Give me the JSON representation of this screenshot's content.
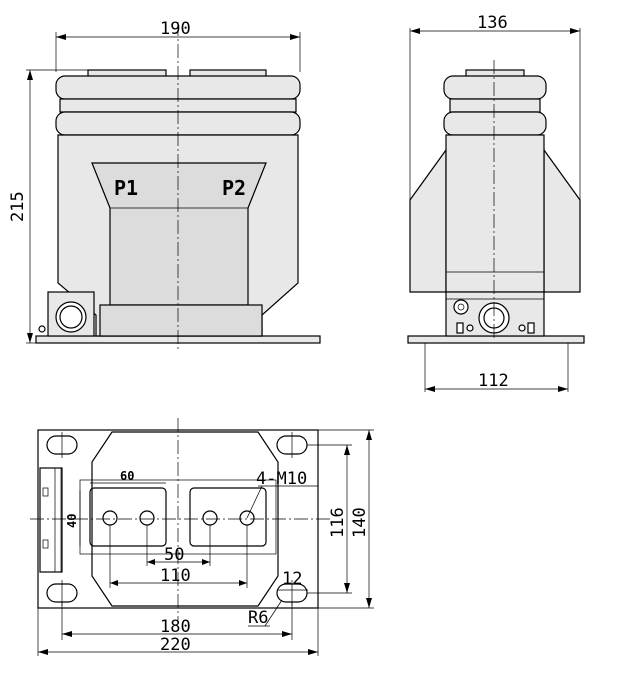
{
  "front_view": {
    "width_dim": "190",
    "height_dim": "215",
    "terminal_p1": "P1",
    "terminal_p2": "P2"
  },
  "side_view": {
    "width_dim": "136",
    "base_dim": "112"
  },
  "bottom_view": {
    "slot_width_dim": "60",
    "slot_height_dim": "40",
    "bolt_label": "4-M10",
    "bolt_pair_spacing": "50",
    "bolt_outer_spacing": "110",
    "slot_length_dim": "12",
    "radius_label": "R6",
    "mount_length_dim": "180",
    "overall_length_dim": "220",
    "mount_width_dim": "116",
    "overall_width_dim": "140"
  }
}
